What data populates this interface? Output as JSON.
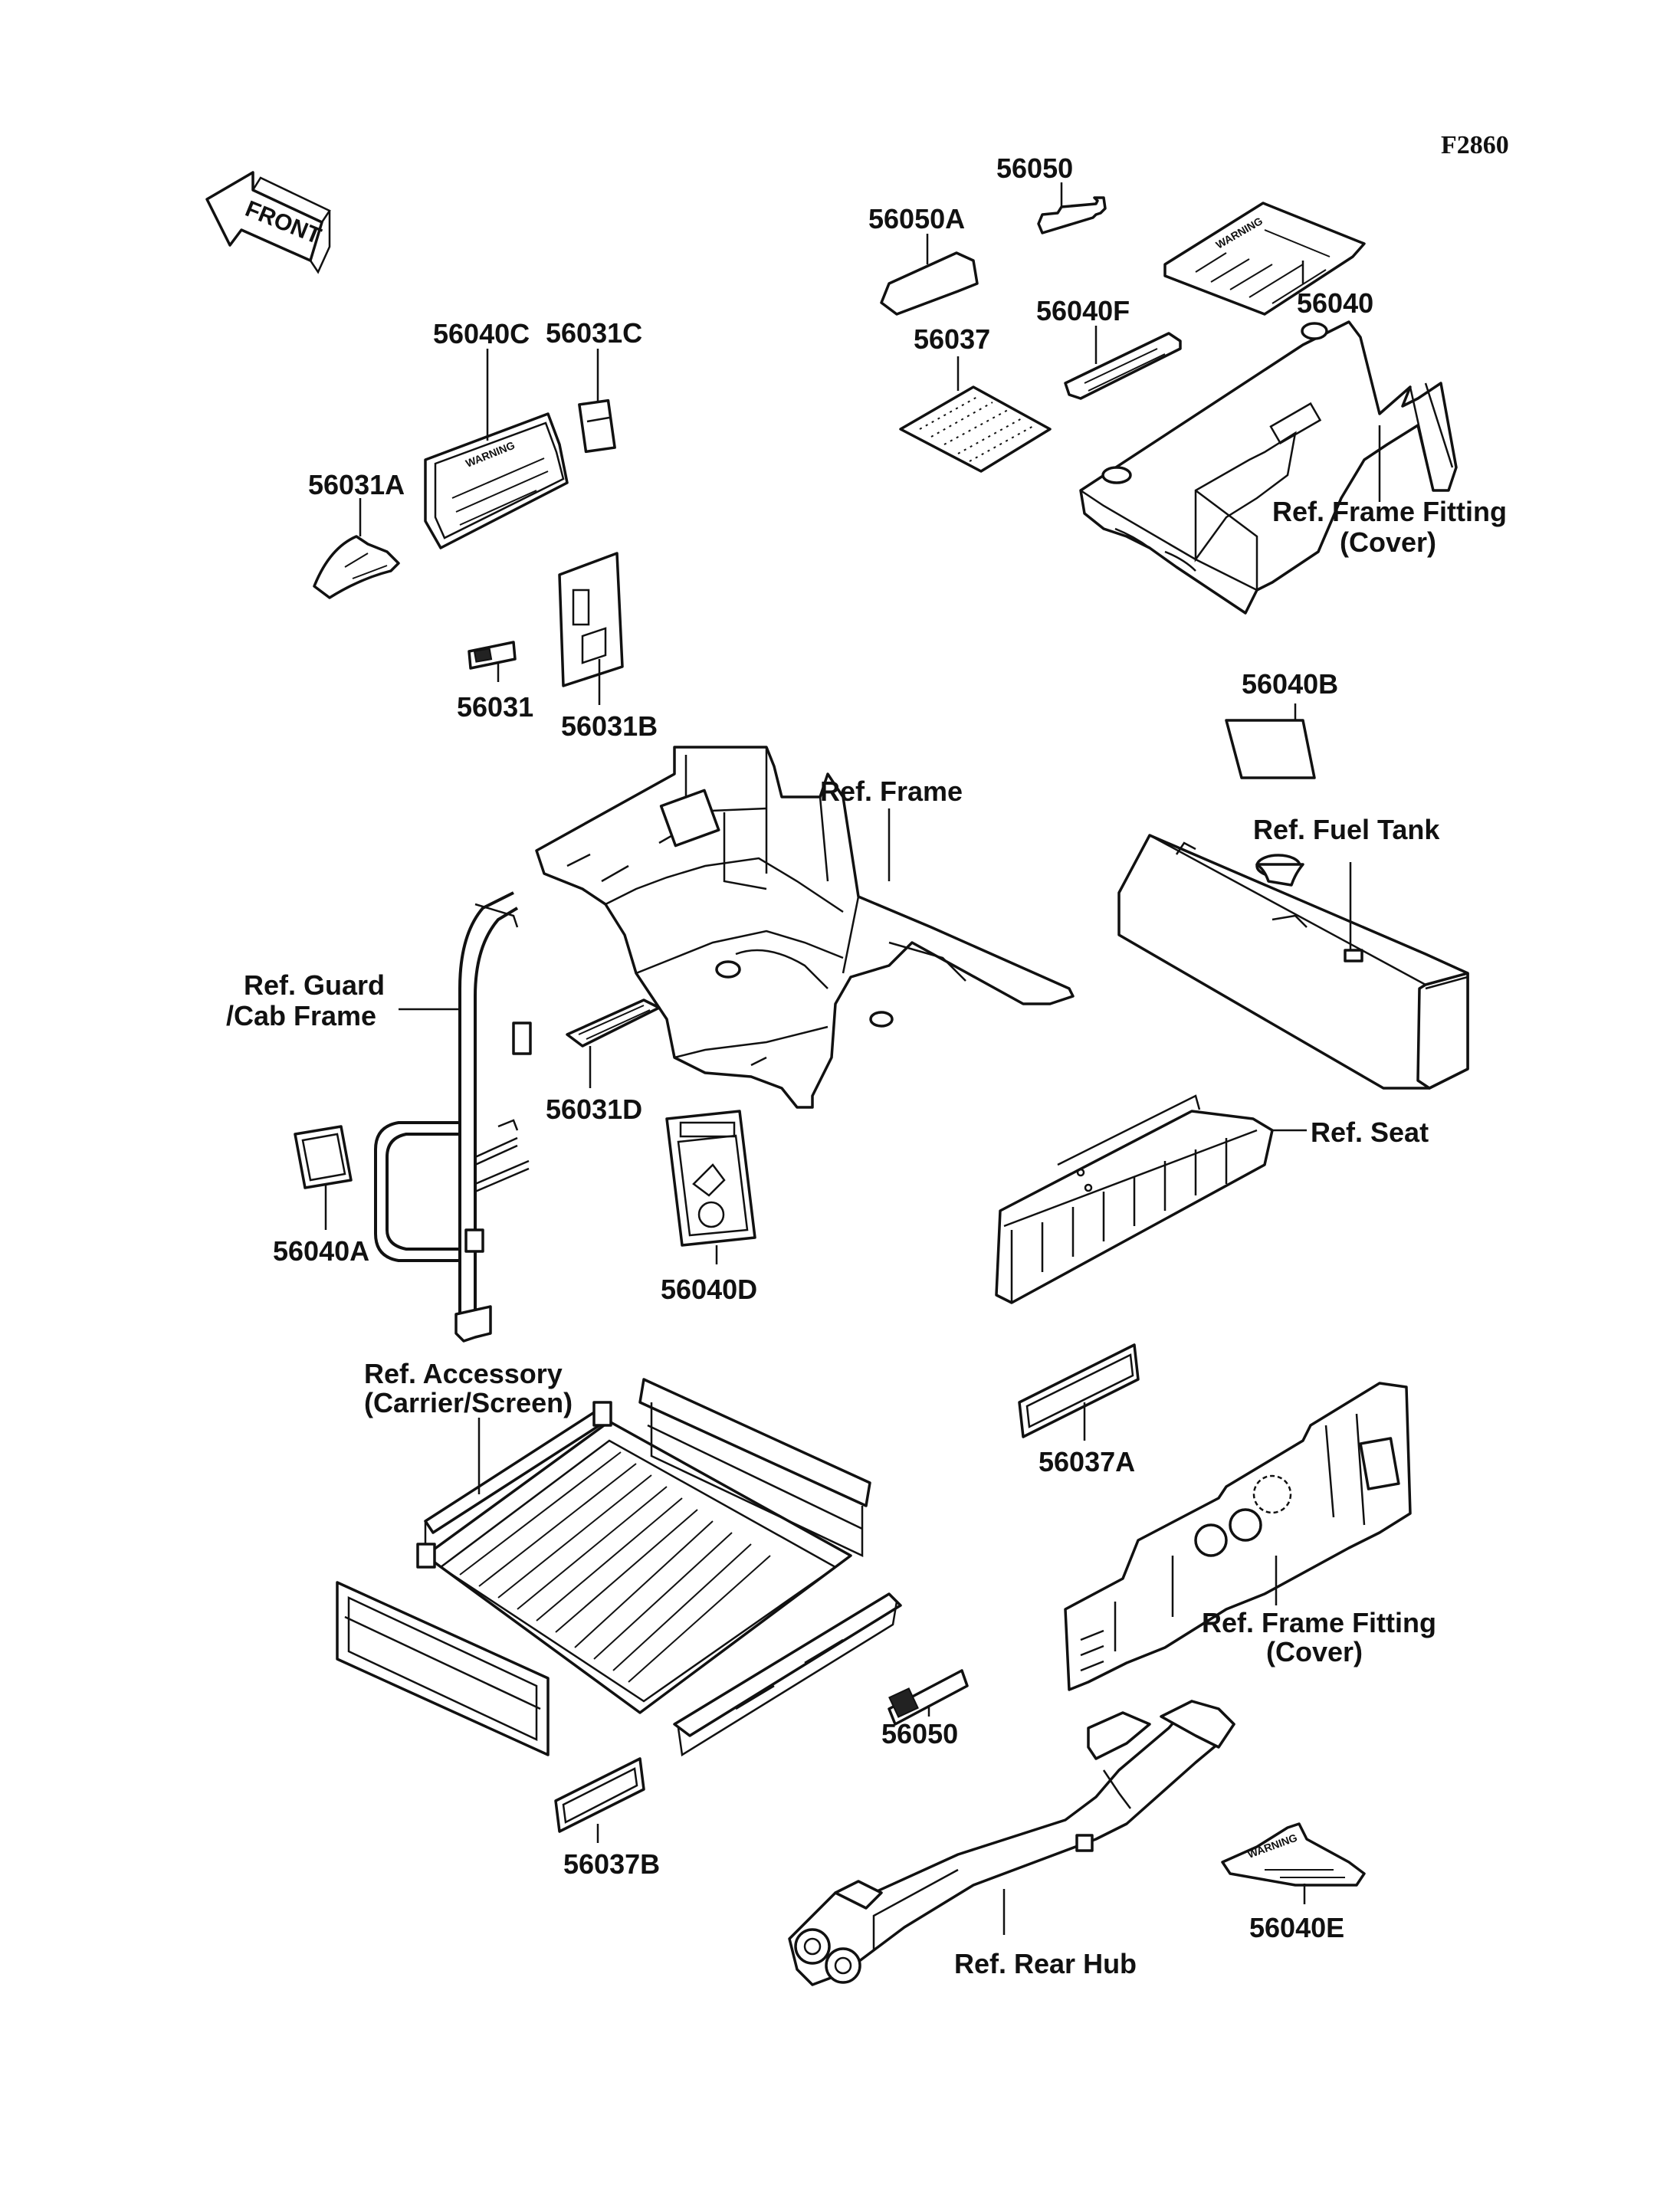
{
  "figure_code": "F2860",
  "front_arrow_label": "FRONT",
  "warning_text": "WARNING",
  "parts": {
    "p56050": "56050",
    "p56050A": "56050A",
    "p56040": "56040",
    "p56040F": "56040F",
    "p56037": "56037",
    "p56031C": "56031C",
    "p56040C": "56040C",
    "p56031A": "56031A",
    "p56031": "56031",
    "p56031B": "56031B",
    "p56040B": "56040B",
    "p56031D": "56031D",
    "p56040A": "56040A",
    "p56040D": "56040D",
    "p56037A": "56037A",
    "p56050b": "56050",
    "p56037B": "56037B",
    "p56040E": "56040E"
  },
  "refs": {
    "frame_fitting_top_l1": "Ref. Frame Fitting",
    "frame_fitting_top_l2": "(Cover)",
    "frame": "Ref. Frame",
    "fuel_tank": "Ref. Fuel Tank",
    "guard_l1": "Ref. Guard",
    "guard_l2": "/Cab Frame",
    "seat": "Ref. Seat",
    "accessory_l1": "Ref. Accessory",
    "accessory_l2": "(Carrier/Screen)",
    "frame_fitting_bot_l1": "Ref. Frame Fitting",
    "frame_fitting_bot_l2": "(Cover)",
    "rear_hub": "Ref. Rear Hub"
  }
}
